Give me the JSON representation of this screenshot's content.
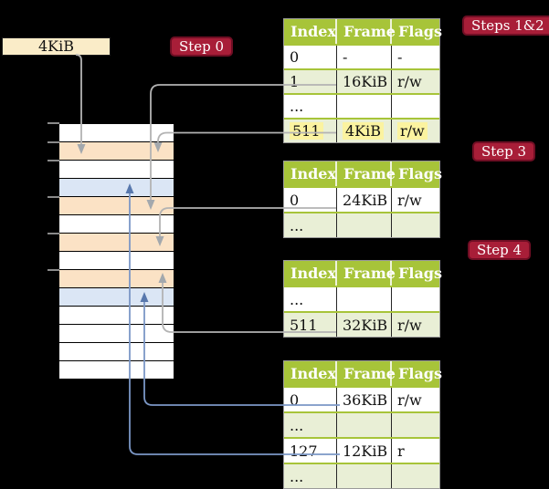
{
  "cr3": {
    "label": "4KiB"
  },
  "labels": {
    "step0": "Step 0",
    "steps12": "Steps 1&2",
    "step3": "Step 3",
    "step4": "Step 4"
  },
  "columns": [
    "Index",
    "Frame",
    "Flags"
  ],
  "page_tables": [
    {
      "name": "level-4-table",
      "dom_id": "table-l4",
      "rows": [
        {
          "index": "0",
          "frame": "-",
          "flags": "-",
          "shaded": false,
          "highlighted": false
        },
        {
          "index": "1",
          "frame": "16KiB",
          "flags": "r/w",
          "shaded": true,
          "highlighted": false
        },
        {
          "index": "...",
          "frame": "",
          "flags": "",
          "shaded": false,
          "highlighted": false
        },
        {
          "index": "511",
          "frame": "4KiB",
          "flags": "r/w",
          "shaded": true,
          "highlighted": true
        }
      ]
    },
    {
      "name": "level-3-table",
      "dom_id": "table-l3",
      "rows": [
        {
          "index": "0",
          "frame": "24KiB",
          "flags": "r/w",
          "shaded": false,
          "highlighted": false
        },
        {
          "index": "...",
          "frame": "",
          "flags": "",
          "shaded": true,
          "highlighted": false
        }
      ]
    },
    {
      "name": "level-2-table",
      "dom_id": "table-l2",
      "rows": [
        {
          "index": "...",
          "frame": "",
          "flags": "",
          "shaded": false,
          "highlighted": false
        },
        {
          "index": "511",
          "frame": "32KiB",
          "flags": "r/w",
          "shaded": true,
          "highlighted": false
        }
      ]
    },
    {
      "name": "level-1-table",
      "dom_id": "table-l1",
      "rows": [
        {
          "index": "0",
          "frame": "36KiB",
          "flags": "r/w",
          "shaded": false,
          "highlighted": false
        },
        {
          "index": "...",
          "frame": "",
          "flags": "",
          "shaded": true,
          "highlighted": false
        },
        {
          "index": "127",
          "frame": "12KiB",
          "flags": "r",
          "shaded": false,
          "highlighted": false
        },
        {
          "index": "...",
          "frame": "",
          "flags": "",
          "shaded": true,
          "highlighted": false
        }
      ]
    }
  ],
  "memory_rows": [
    "white",
    "peach",
    "white",
    "blue",
    "peach",
    "white",
    "peach",
    "white",
    "peach",
    "blue",
    "white",
    "white",
    "white",
    "white"
  ],
  "colors": {
    "badge_red": "#a81e38",
    "table_header_green": "#a7c439",
    "row_shade_green": "#e9efd6",
    "highlight_yellow": "#fbf3a0",
    "frame_peach": "#fbe2c5",
    "frame_blue": "#dbe6f5",
    "frame_white": "#ffffff",
    "connector_gray": "#b3b3b3",
    "connector_blue": "#7b97c6",
    "arrowhead_gray": "#a3a8ad",
    "arrowhead_blue": "#5878ad",
    "cr3_box_beige": "#faecc8"
  }
}
